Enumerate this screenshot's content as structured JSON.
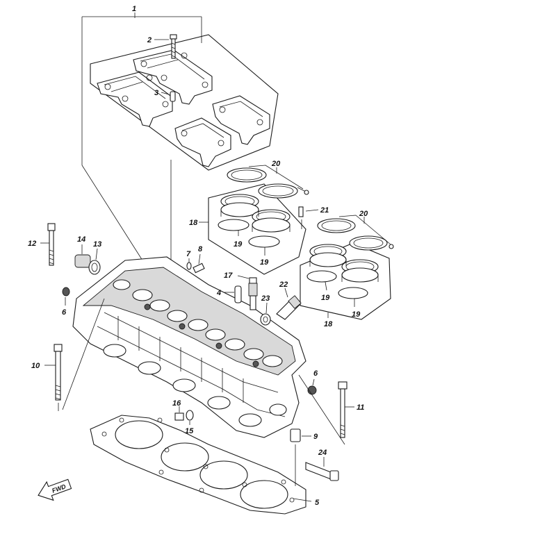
{
  "callouts": [
    {
      "id": "c1",
      "text": "1"
    },
    {
      "id": "c2",
      "text": "2"
    },
    {
      "id": "c3",
      "text": "3"
    },
    {
      "id": "c4",
      "text": "4"
    },
    {
      "id": "c5",
      "text": "5"
    },
    {
      "id": "c6a",
      "text": "6"
    },
    {
      "id": "c6b",
      "text": "6"
    },
    {
      "id": "c7",
      "text": "7"
    },
    {
      "id": "c8",
      "text": "8"
    },
    {
      "id": "c9",
      "text": "9"
    },
    {
      "id": "c10",
      "text": "10"
    },
    {
      "id": "c11",
      "text": "11"
    },
    {
      "id": "c12",
      "text": "12"
    },
    {
      "id": "c13",
      "text": "13"
    },
    {
      "id": "c14",
      "text": "14"
    },
    {
      "id": "c15",
      "text": "15"
    },
    {
      "id": "c16",
      "text": "16"
    },
    {
      "id": "c17",
      "text": "17"
    },
    {
      "id": "c18a",
      "text": "18"
    },
    {
      "id": "c18b",
      "text": "18"
    },
    {
      "id": "c19a",
      "text": "19"
    },
    {
      "id": "c19b",
      "text": "19"
    },
    {
      "id": "c19c",
      "text": "19"
    },
    {
      "id": "c19d",
      "text": "19"
    },
    {
      "id": "c20a",
      "text": "20"
    },
    {
      "id": "c20b",
      "text": "20"
    },
    {
      "id": "c21",
      "text": "21"
    },
    {
      "id": "c22",
      "text": "22"
    },
    {
      "id": "c23",
      "text": "23"
    },
    {
      "id": "c24",
      "text": "24"
    }
  ],
  "fwd_badge": {
    "text": "FWD"
  }
}
